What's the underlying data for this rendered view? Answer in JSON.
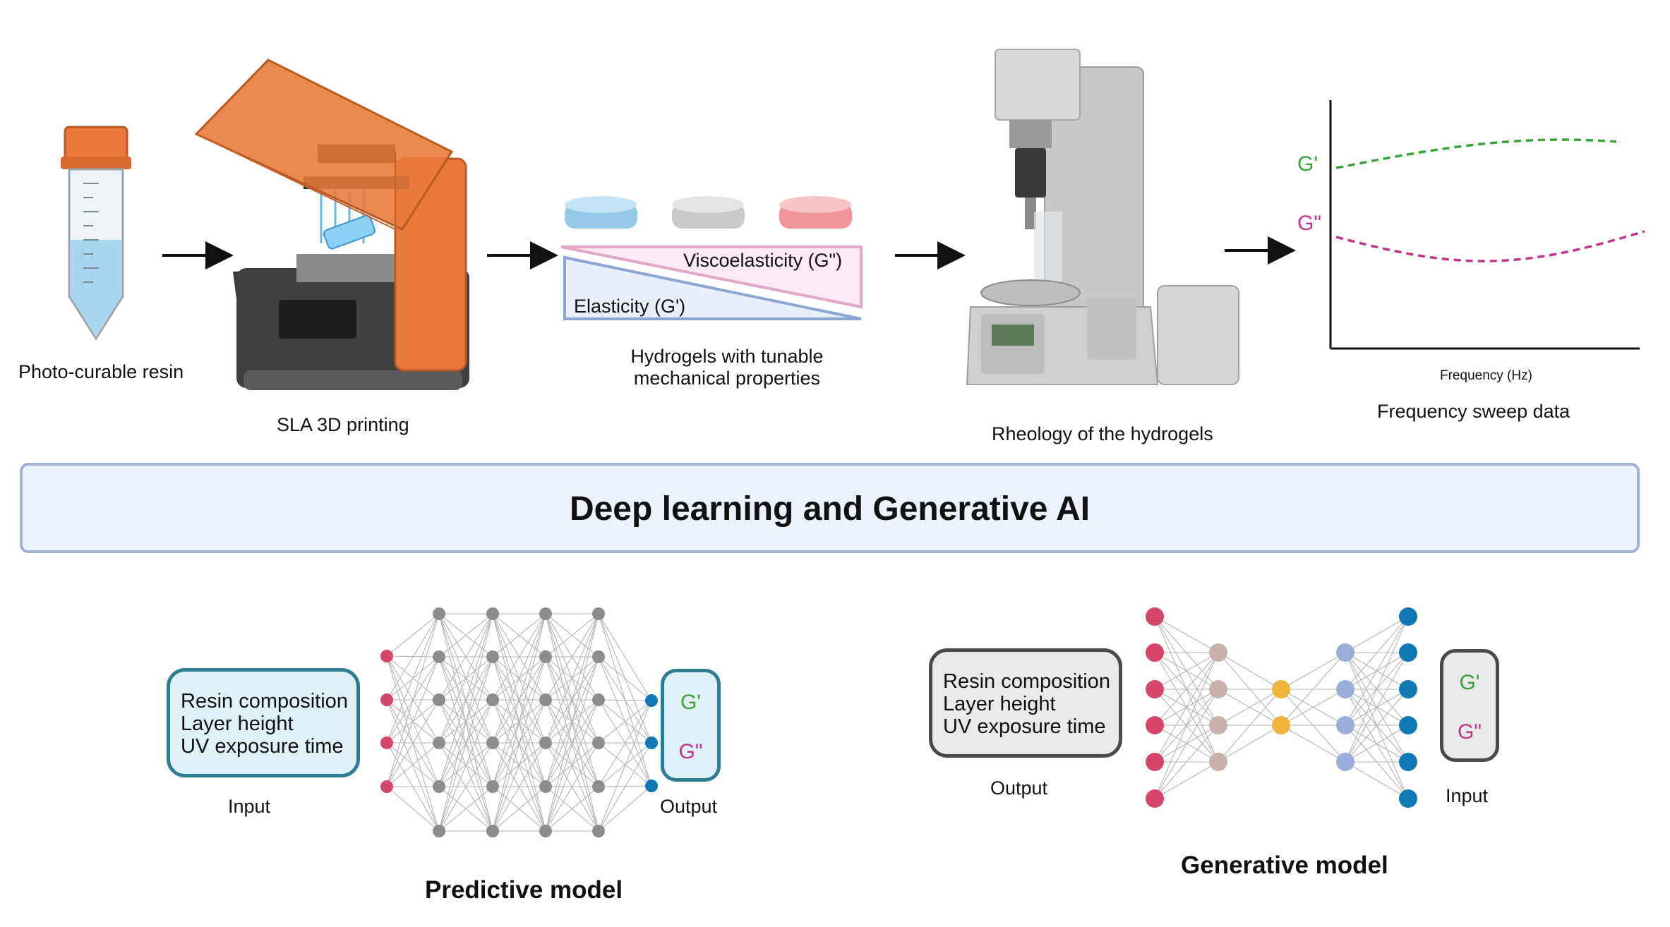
{
  "top_row": {
    "resin_label": "Photo-curable resin",
    "printing_label": "SLA 3D printing",
    "hydrogels_label_line1": "Hydrogels with tunable",
    "hydrogels_label_line2": "mechanical properties",
    "viscoelasticity_label": "Viscoelasticity (G\")",
    "elasticity_label": "Elasticity (G')",
    "rheology_label": "Rheology of the hydrogels",
    "sweep_label": "Frequency sweep data",
    "sweep_xlabel": "Frequency (Hz)",
    "gprime": "G'",
    "gdouble": "G\""
  },
  "banner": {
    "title": "Deep learning and Generative AI"
  },
  "predictive": {
    "box_lines": [
      "Resin composition",
      "Layer height",
      "UV exposure time"
    ],
    "input_label": "Input",
    "output_label": "Output",
    "out_g1": "G'",
    "out_g2": "G\"",
    "title": "Predictive model"
  },
  "generative": {
    "box_lines": [
      "Resin composition",
      "Layer height",
      "UV exposure time"
    ],
    "output_label": "Output",
    "input_label": "Input",
    "in_g1": "G'",
    "in_g2": "G\"",
    "title": "Generative model"
  },
  "colors": {
    "orange": "#e8793a",
    "g_prime": "#3aa33a",
    "g_double": "#c2338c",
    "node_gray": "#8c8c8c",
    "node_pink": "#d6456a",
    "node_blue": "#0f79b3",
    "node_tan": "#c7b1ad",
    "node_yellow": "#f0b43a",
    "node_lavender": "#9aaed9"
  }
}
